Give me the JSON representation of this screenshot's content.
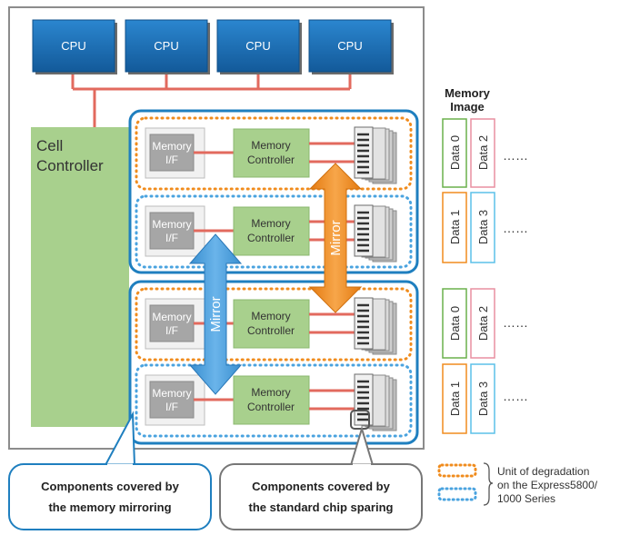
{
  "cpus": [
    "CPU",
    "CPU",
    "CPU",
    "CPU"
  ],
  "cell_controller": {
    "line1": "Cell",
    "line2": "Controller"
  },
  "memory_blocks": [
    {
      "if_line1": "Memory",
      "if_line2": "I/F",
      "ctrl_line1": "Memory",
      "ctrl_line2": "Controller"
    },
    {
      "if_line1": "Memory",
      "if_line2": "I/F",
      "ctrl_line1": "Memory",
      "ctrl_line2": "Controller"
    },
    {
      "if_line1": "Memory",
      "if_line2": "I/F",
      "ctrl_line1": "Memory",
      "ctrl_line2": "Controller"
    },
    {
      "if_line1": "Memory",
      "if_line2": "I/F",
      "ctrl_line1": "Memory",
      "ctrl_line2": "Controller"
    }
  ],
  "mirror_label": "Mirror",
  "memory_image": {
    "title_line1": "Memory",
    "title_line2": "Image",
    "rows": [
      {
        "left": "Data 0",
        "right": "Data 2",
        "ellipsis": "……"
      },
      {
        "left": "Data 1",
        "right": "Data 3",
        "ellipsis": "……"
      },
      {
        "left": "Data 0",
        "right": "Data 2",
        "ellipsis": "……"
      },
      {
        "left": "Data 1",
        "right": "Data 3",
        "ellipsis": "……"
      }
    ]
  },
  "callouts": {
    "mirroring": {
      "line1": "Components covered by",
      "line2": "the memory mirroring"
    },
    "sparing": {
      "line1": "Components covered by",
      "line2": "the standard chip sparing"
    }
  },
  "legend": {
    "line1": "Unit of degradation",
    "line2": "on the Express5800/",
    "line3": "1000 Series"
  },
  "colors": {
    "cpu": "#1a6fb8",
    "cell": "#a8d08d",
    "blue_frame": "#1f7fbf",
    "orange": "#f08c1e",
    "dot_blue": "#4aa3df",
    "red_line": "#e26a5e",
    "gray_if": "#a6a6a6",
    "data_green": "#6ab04c",
    "data_pink": "#e88fa0",
    "data_orange": "#f08c1e",
    "data_cyan": "#5bc0e8"
  }
}
